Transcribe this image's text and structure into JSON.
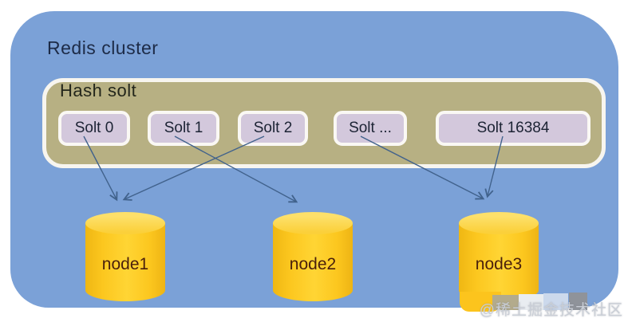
{
  "cluster": {
    "title": "Redis cluster",
    "color": "#7ba1d7"
  },
  "hash": {
    "label": "Hash solt",
    "color": "#b7b083"
  },
  "slots": [
    {
      "label": "Solt 0"
    },
    {
      "label": "Solt 1"
    },
    {
      "label": "Solt 2"
    },
    {
      "label": "Solt ..."
    },
    {
      "label": "Solt 16384"
    }
  ],
  "nodes": [
    {
      "label": "node1",
      "color": "#fcc71f"
    },
    {
      "label": "node2",
      "color": "#fcc71f"
    },
    {
      "label": "node3",
      "color": "#fcc71f"
    }
  ],
  "edges": [
    {
      "from": "Solt 0",
      "to": "node1"
    },
    {
      "from": "Solt 1",
      "to": "node2"
    },
    {
      "from": "Solt 2",
      "to": "node1"
    },
    {
      "from": "Solt ...",
      "to": "node3"
    },
    {
      "from": "Solt 16384",
      "to": "node3"
    }
  ],
  "watermark": {
    "text": "@稀土掘金技术社区"
  },
  "colors": {
    "slot_fill": "#d3c8dc",
    "slot_text": "#1c2334",
    "arrow": "#41628c",
    "node_text": "#491f0c",
    "title_text": "#1d2b47"
  }
}
